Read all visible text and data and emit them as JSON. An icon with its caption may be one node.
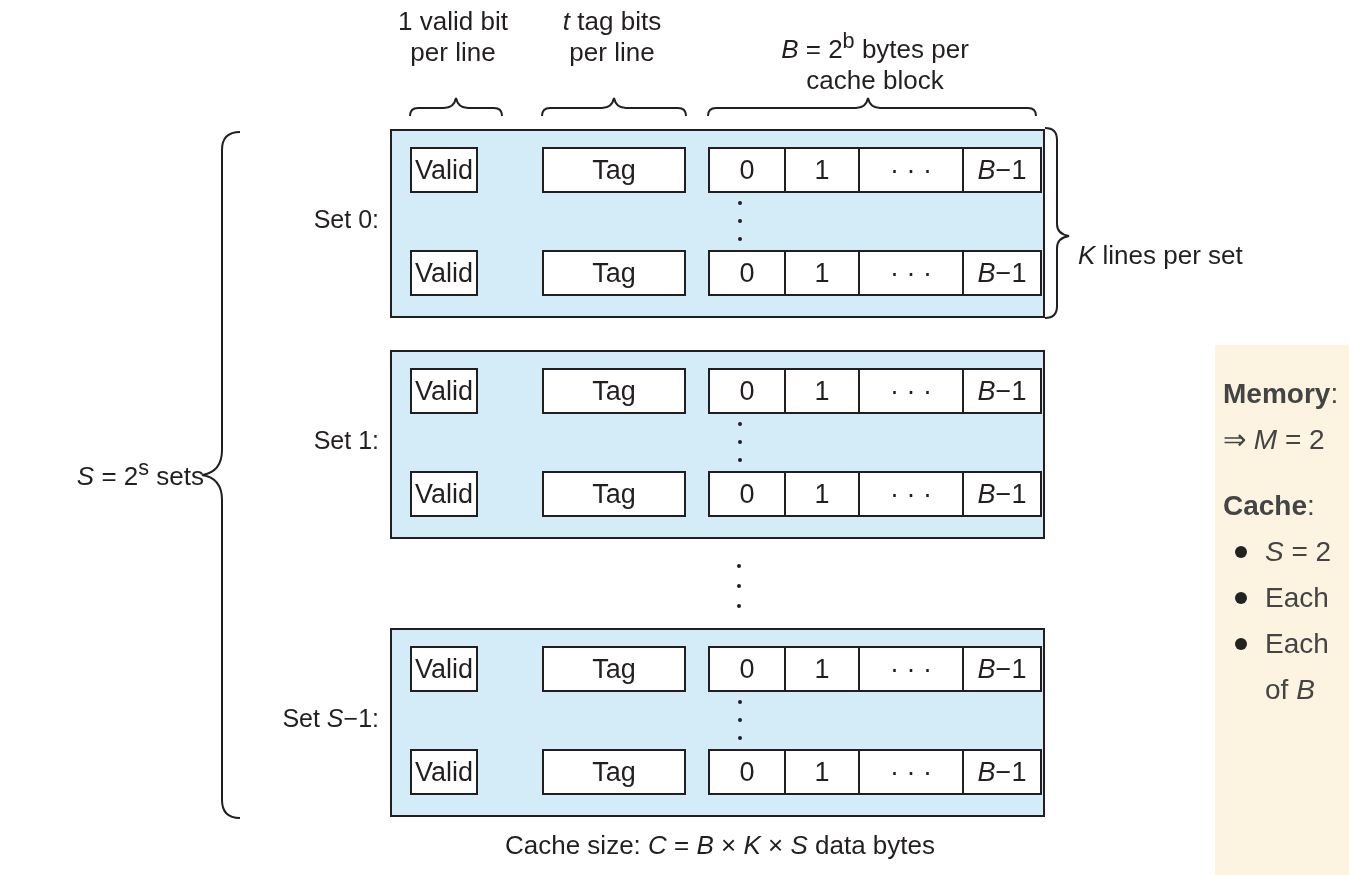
{
  "diagram": {
    "nodes": [
      {
        "text": [],
        "shape": "box",
        "beside": [
          "Set 0:"
        ]
      },
      {
        "text": [
          "Valid"
        ],
        "in": 0
      },
      {
        "text": [
          "Tag"
        ],
        "in": 0
      },
      {
        "text": [
          "0"
        ],
        "in": 0
      },
      {
        "text": [
          "1"
        ],
        "in": 0
      },
      {
        "text": [
          "· · ·"
        ],
        "in": 0
      },
      {
        "text": [
          "*B*−1"
        ],
        "in": 0
      },
      {
        "text": [
          "Valid"
        ],
        "in": 0
      },
      {
        "text": [
          "Tag"
        ],
        "in": 0
      },
      {
        "text": [
          "0"
        ],
        "in": 0
      },
      {
        "text": [
          "1"
        ],
        "in": 0
      },
      {
        "text": [
          "· · ·"
        ],
        "in": 0
      },
      {
        "text": [
          "*B*−1"
        ],
        "in": 0
      },
      {
        "text": [],
        "shape": "box",
        "beside": [
          "Set 1:"
        ]
      },
      {
        "text": [
          "Valid"
        ],
        "in": 13
      },
      {
        "text": [
          "Tag"
        ],
        "in": 13
      },
      {
        "text": [
          "0"
        ],
        "in": 13
      },
      {
        "text": [
          "1"
        ],
        "in": 13
      },
      {
        "text": [
          "· · ·"
        ],
        "in": 13
      },
      {
        "text": [
          "*B*−1"
        ],
        "in": 13
      },
      {
        "text": [
          "Valid"
        ],
        "in": 13
      },
      {
        "text": [
          "Tag"
        ],
        "in": 13
      },
      {
        "text": [
          "0"
        ],
        "in": 13
      },
      {
        "text": [
          "1"
        ],
        "in": 13
      },
      {
        "text": [
          "· · ·"
        ],
        "in": 13
      },
      {
        "text": [
          "*B*−1"
        ],
        "in": 13
      },
      {
        "text": [],
        "shape": "box",
        "beside": [
          "Set *S*−1:"
        ]
      },
      {
        "text": [
          "Valid"
        ],
        "in": 26
      },
      {
        "text": [
          "Tag"
        ],
        "in": 26
      },
      {
        "text": [
          "0"
        ],
        "in": 26
      },
      {
        "text": [
          "1"
        ],
        "in": 26
      },
      {
        "text": [
          "· · ·"
        ],
        "in": 26
      },
      {
        "text": [
          "*B*−1"
        ],
        "in": 26
      },
      {
        "text": [
          "Valid"
        ],
        "in": 26
      },
      {
        "text": [
          "Tag"
        ],
        "in": 26
      },
      {
        "text": [
          "0"
        ],
        "in": 26
      },
      {
        "text": [
          "1"
        ],
        "in": 26
      },
      {
        "text": [
          "· · ·"
        ],
        "in": 26
      },
      {
        "text": [
          "*B*−1"
        ],
        "in": 26
      },
      {
        "text": [
          "**Memory**:",
          "⇒ *M* = 2",
          "**Cache**:",
          "*S* = 2",
          "Each",
          "Each of *B*"
        ]
      }
    ],
    "labels": [
      "1 valid bit per line",
      "*t* tag bits per line",
      "*B* = 2$^{b}$ bytes per cache block",
      "*K* lines per set",
      "*S* = 2$^{s}$ sets",
      "Cache size: *C* = *B* × *K* × *S* data bytes"
    ]
  }
}
